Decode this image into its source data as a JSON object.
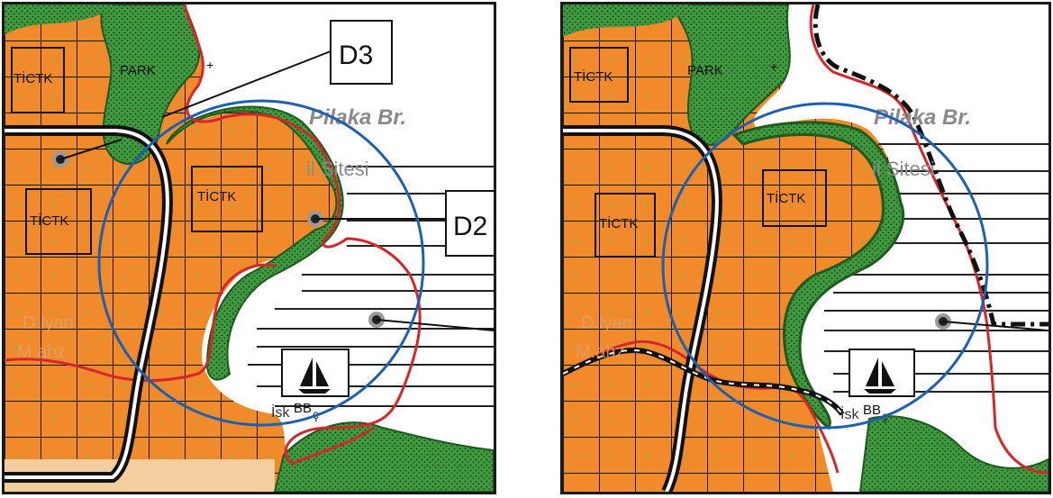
{
  "colors": {
    "urban": "#f08a2a",
    "park": "#3f9a3f",
    "park_dark": "#1f5a1f",
    "road": "#111111",
    "boundary_red": "#d6262a",
    "circle_blue": "#1f5fb0",
    "water": "#ffffff",
    "text_grey": "#8a8a8a"
  },
  "panels": [
    {
      "id": "before",
      "callouts": [
        {
          "id": "d3",
          "label": "D3"
        },
        {
          "id": "d2",
          "label": "D2"
        }
      ],
      "labels": {
        "park": "PARK",
        "ticaret_top": "TİCTK",
        "ticaret_left": "TİCTK",
        "ticaret_center": "TİCTK",
        "place_name": "Pilaka Br.",
        "site_name": "il Sitesi",
        "pier": "İsk",
        "pier_code": "BB",
        "pier_suffix": "ç",
        "faded_left": "D.lyan",
        "faded_left2": "M.ahz"
      }
    },
    {
      "id": "after",
      "labels": {
        "park": "PARK",
        "ticaret_top": "TİCTK",
        "ticaret_left": "TİCTK",
        "ticaret_center": "TİCTK",
        "place_name": "Pilaka Br.",
        "site_name": "il Sitesi",
        "pier": "İsk",
        "pier_code": "BB",
        "pier_suffix": "ç",
        "faded_left": "D.lyan",
        "faded_left2": "M.ahz"
      }
    }
  ],
  "icons": [
    "sailboat-icon",
    "survey-point-icon",
    "plus-marker-icon"
  ]
}
